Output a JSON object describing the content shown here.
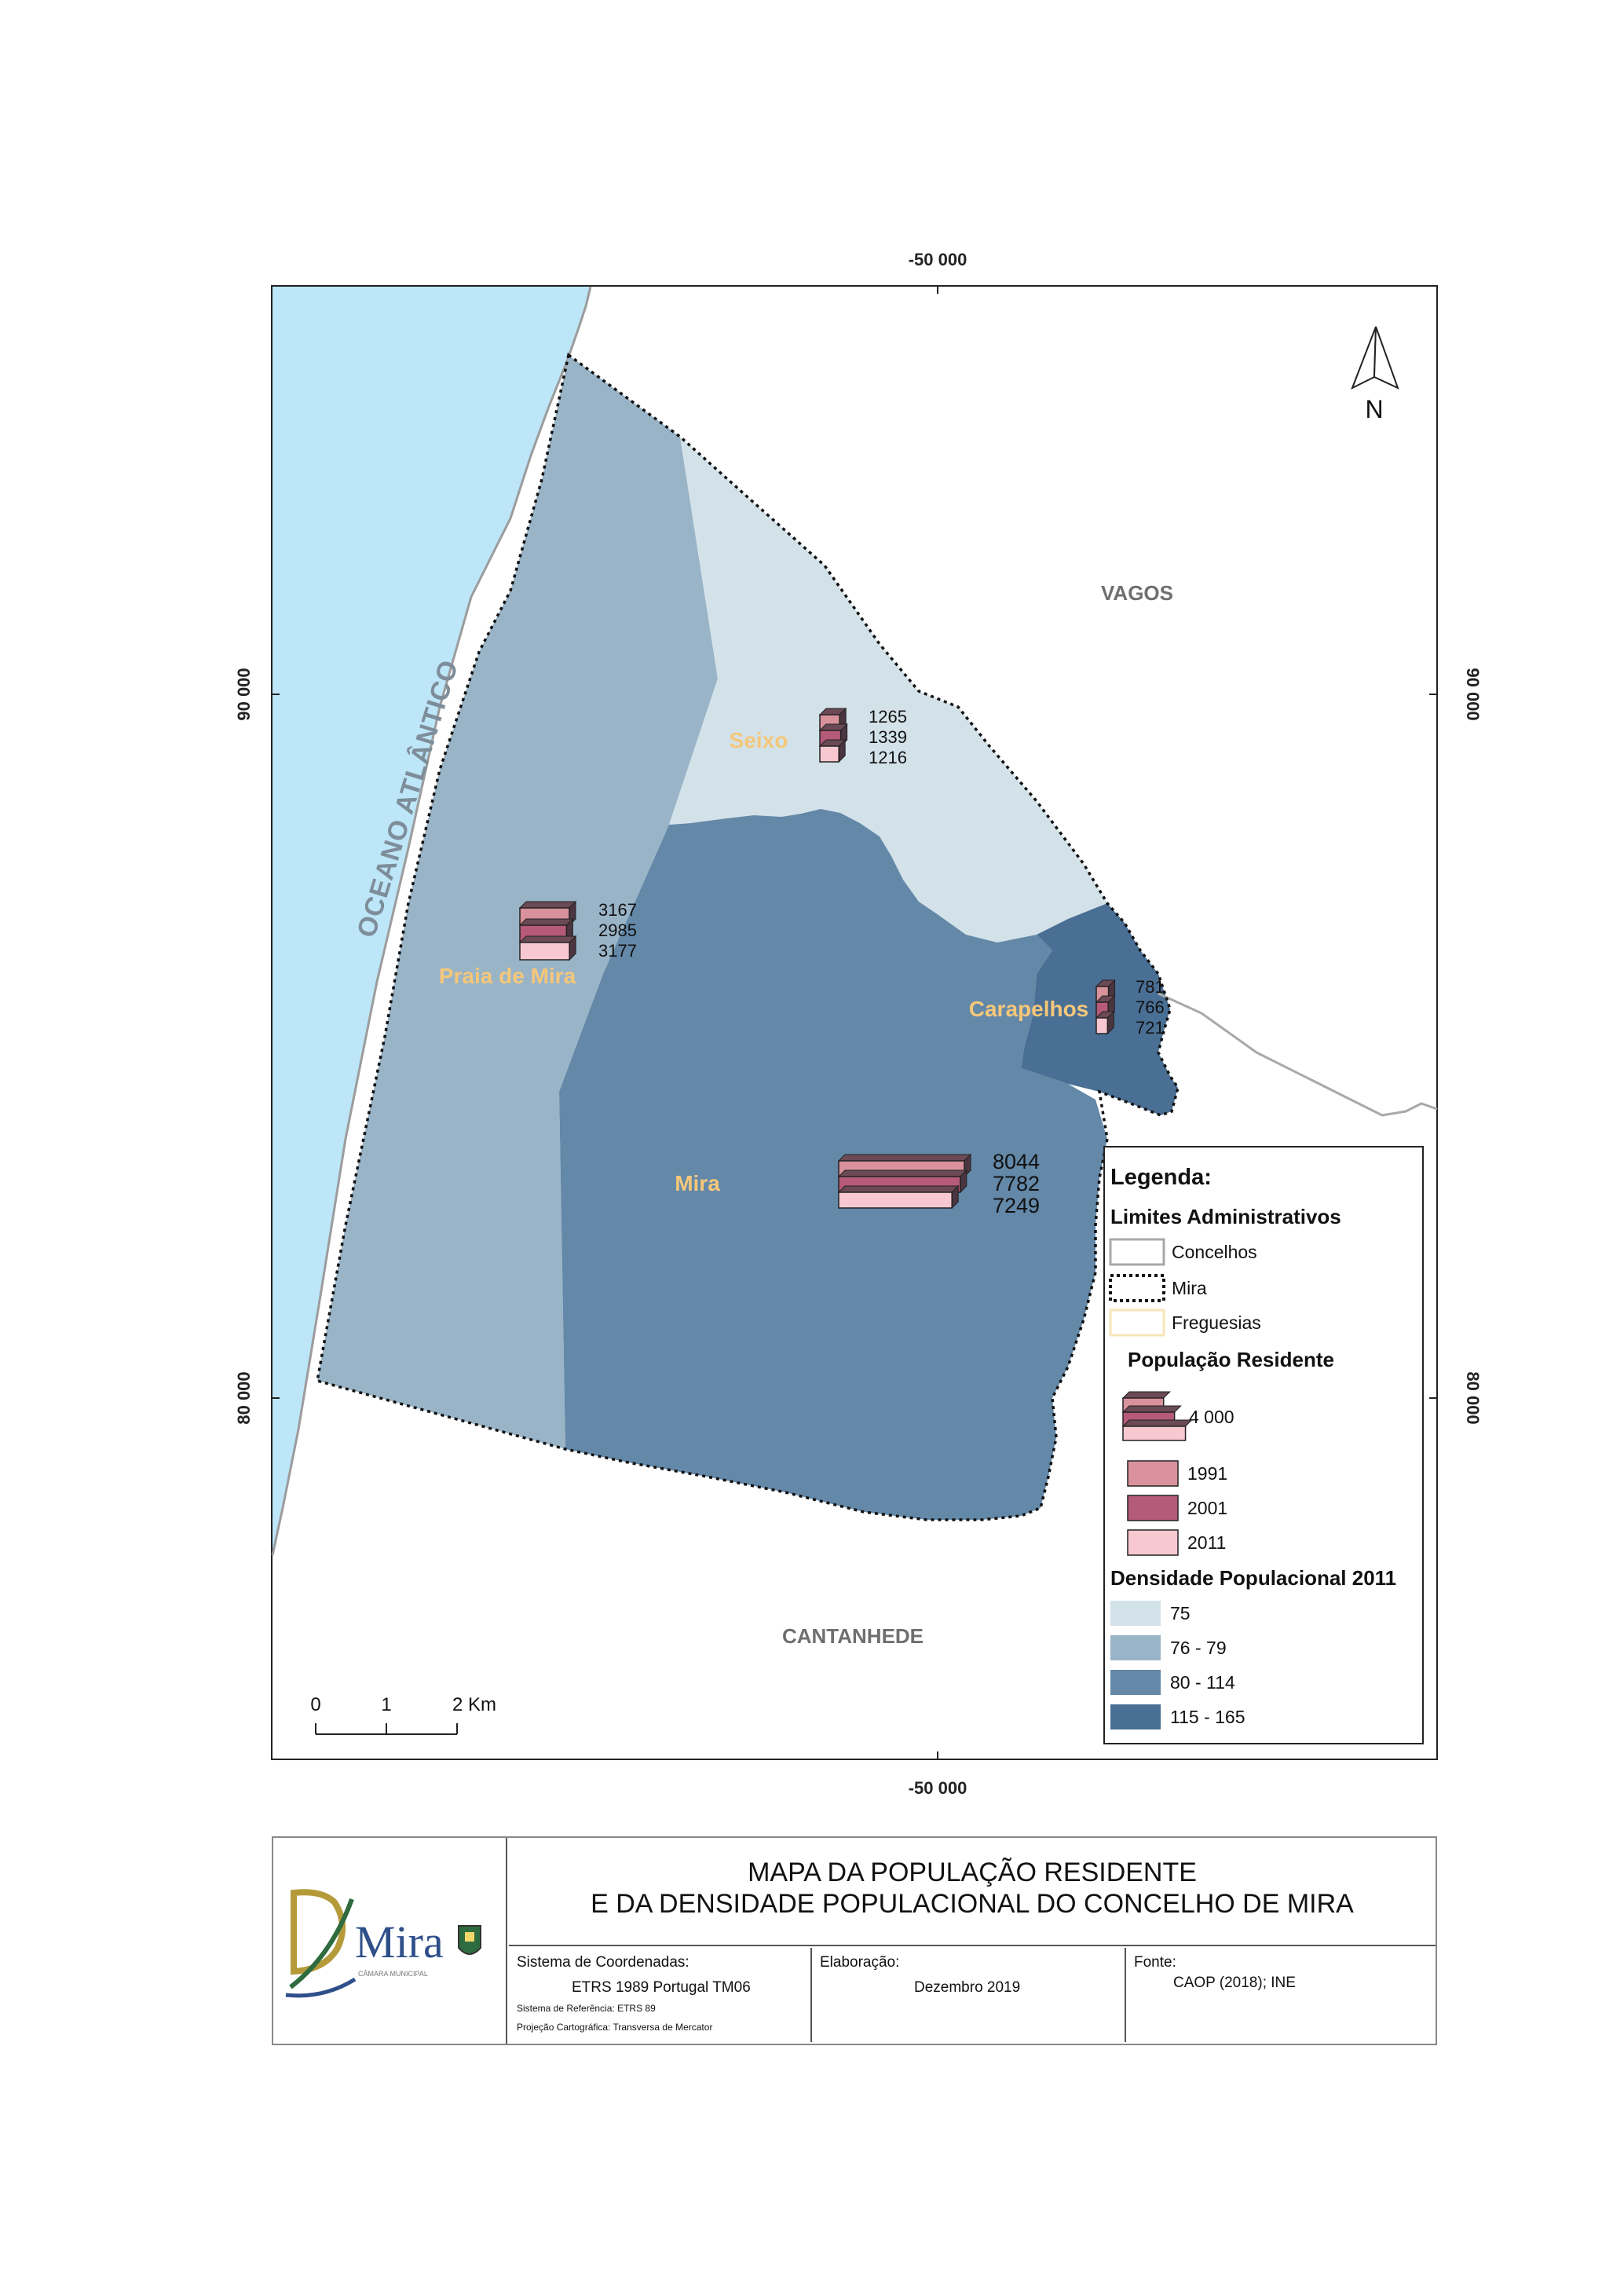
{
  "map": {
    "north_label": "N",
    "grid": {
      "x_label": "-50 000",
      "y_labels": [
        "90 000",
        "80 000"
      ]
    },
    "ocean_label": "OCEANO ATLÂNTICO",
    "neighbours": [
      "VAGOS",
      "CANTANHEDE"
    ],
    "colors": {
      "ocean": "#bde6f8",
      "density_75": "#d3e2e9",
      "density_76_79": "#9ab4c7",
      "density_80_114": "#6388a8",
      "density_115_165": "#4a6f94",
      "pop_1991": "#d9929c",
      "pop_2001": "#b65a7a",
      "pop_2011": "#f8c8d0",
      "label_yellow": "#f5c77a"
    },
    "parishes": [
      {
        "name": "Seixo",
        "density_class": "75",
        "population": {
          "1991": 1265,
          "2001": 1339,
          "2011": 1216
        }
      },
      {
        "name": "Praia de Mira",
        "density_class": "76 - 79",
        "population": {
          "1991": 3167,
          "2001": 2985,
          "2011": 3177
        }
      },
      {
        "name": "Carapelhos",
        "density_class": "115 - 165",
        "population": {
          "1991": 781,
          "2001": 766,
          "2011": 721
        }
      },
      {
        "name": "Mira",
        "density_class": "80 - 114",
        "population": {
          "1991": 8044,
          "2001": 7782,
          "2011": 7249
        }
      }
    ],
    "scale_bar": {
      "labels": [
        "0",
        "1",
        "2 Km"
      ]
    }
  },
  "legend": {
    "title": "Legenda:",
    "admin_title": "Limites Administrativos",
    "admin_items": [
      "Concelhos",
      "Mira",
      "Freguesias"
    ],
    "pop_title": "População Residente",
    "pop_reference": "4 000",
    "pop_items": [
      "1991",
      "2001",
      "2011"
    ],
    "density_title": "Densidade Populacional 2011",
    "density_items": [
      "75",
      "76 - 79",
      "80 - 114",
      "115 - 165"
    ]
  },
  "title_block": {
    "logo_text": "Mira",
    "logo_subtext": "CÂMARA MUNICIPAL",
    "title_line1": "MAPA DA POPULAÇÃO RESIDENTE",
    "title_line2": "E DA DENSIDADE POPULACIONAL DO CONCELHO DE MIRA",
    "coord_label": "Sistema de Coordenadas:",
    "coord_value": "ETRS 1989 Portugal TM06",
    "coord_ref": "Sistema de Referência: ETRS 89",
    "coord_proj": "Projeção Cartográfica: Transversa de Mercator",
    "elab_label": "Elaboração:",
    "elab_value": "Dezembro 2019",
    "source_label": "Fonte:",
    "source_value": "CAOP (2018); INE"
  }
}
